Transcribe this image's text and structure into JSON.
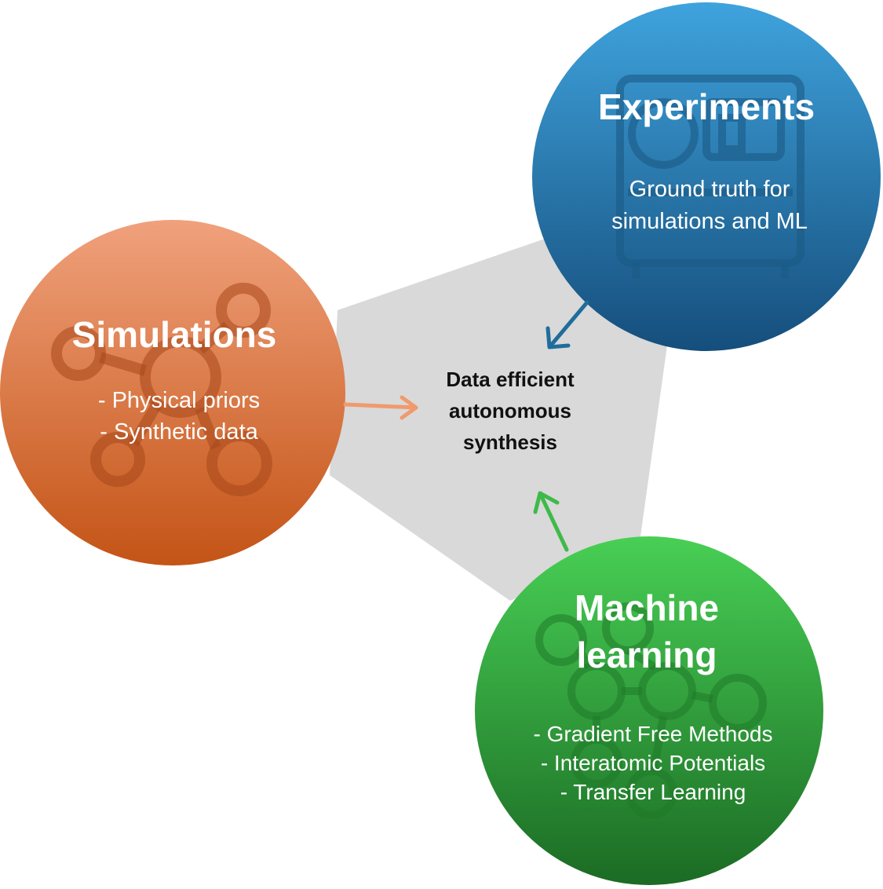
{
  "center": {
    "lines": [
      "Data efficient",
      "autonomous",
      "synthesis"
    ]
  },
  "nodes": {
    "experiments": {
      "title": "Experiments",
      "lines": [
        "Ground truth for",
        "simulations and ML"
      ],
      "icon": "lab-equipment-icon",
      "color_top": "#3fa3dd",
      "color_bottom": "#154e7c"
    },
    "simulations": {
      "title": "Simulations",
      "lines": [
        "- Physical priors",
        "- Synthetic data"
      ],
      "icon": "molecule-icon",
      "color_top": "#f0a17c",
      "color_bottom": "#c45416"
    },
    "machine_learning": {
      "title_lines": [
        "Machine",
        "learning"
      ],
      "lines": [
        "- Gradient Free Methods",
        "- Interatomic Potentials",
        "- Transfer Learning"
      ],
      "icon": "network-icon",
      "color_top": "#48cf55",
      "color_bottom": "#1b6b24"
    }
  },
  "colors": {
    "triangle": "#d9d9d9",
    "arrow_experiments": "#1f6d9c",
    "arrow_simulations": "#f09a6e",
    "arrow_machine_learning": "#3fba4a"
  }
}
